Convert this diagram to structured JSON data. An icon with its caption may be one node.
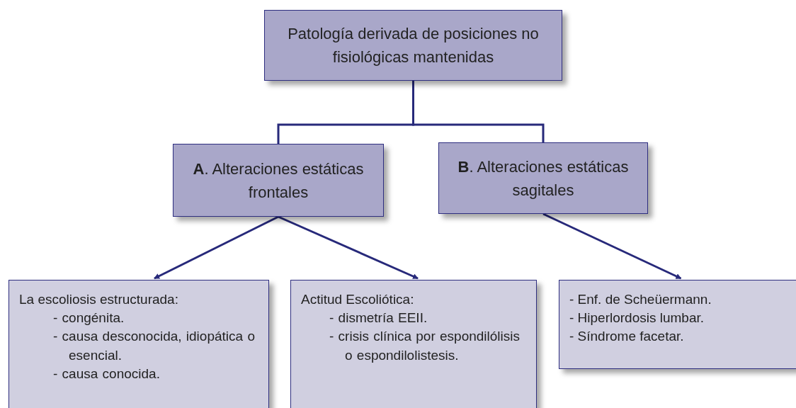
{
  "diagram": {
    "nodes": [
      {
        "text": [
          "Patología derivada de posiciones no fisiológicas mantenidas"
        ]
      },
      {
        "text": [
          "**A**. Alteraciones estáticas frontales"
        ]
      },
      {
        "text": [
          "**B**. Alteraciones estáticas sagitales"
        ]
      },
      {
        "text": [
          "La escoliosis estructurada:",
          "- congénita.",
          "- causa desconocida, idiopática o esencial.",
          "- causa conocida."
        ]
      },
      {
        "text": [
          "Actitud Escoliótica:",
          "- dismetría EEII.",
          "- crisis clínica por espondilólisis o espondilolistesis."
        ]
      },
      {
        "text": [
          "- Enf. de Scheüermann.",
          "- Hiperlordosis lumbar.",
          "- Síndrome facetar."
        ]
      }
    ],
    "edges": [
      {
        "from": 0,
        "to": 1,
        "arrow": "none"
      },
      {
        "from": 0,
        "to": 2,
        "arrow": "none"
      },
      {
        "from": 1,
        "to": 3,
        "arrow": "to"
      },
      {
        "from": 1,
        "to": 4,
        "arrow": "to"
      },
      {
        "from": 2,
        "to": 5,
        "arrow": "to"
      }
    ]
  }
}
